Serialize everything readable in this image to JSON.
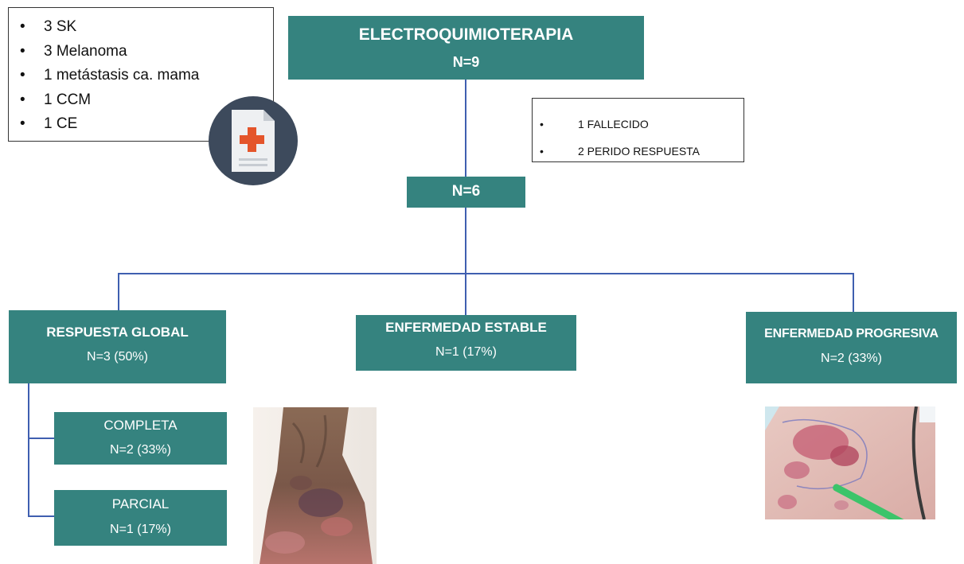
{
  "top_list": {
    "items": [
      "3 SK",
      "3 Melanoma",
      "1 metástasis ca. mama",
      "1 CCM",
      "1 CE"
    ]
  },
  "root": {
    "title": "ELECTROQUIMIOTERAPIA",
    "n": "N=9"
  },
  "exclusions": {
    "items": [
      "1 FALLECIDO",
      "2 PERIDO RESPUESTA"
    ]
  },
  "middle": {
    "n": "N=6"
  },
  "branches": {
    "global": {
      "title": "RESPUESTA GLOBAL",
      "n": "N=3 (50%)"
    },
    "stable": {
      "title": "ENFERMEDAD ESTABLE",
      "n": "N=1 (17%)"
    },
    "progressive": {
      "title": "ENFERMEDAD PROGRESIVA",
      "n": "N=2 (33%)"
    }
  },
  "sub_branches": {
    "complete": {
      "title": "COMPLETA",
      "n": "N=2 (33%)"
    },
    "partial": {
      "title": "PARCIAL",
      "n": "N=1 (17%)"
    }
  },
  "colors": {
    "box_fill": "#35837f",
    "connector": "#3f5fb0",
    "icon_circle": "#3d4a5c",
    "cross": "#e4552b"
  },
  "icons": [
    "medical-document-icon"
  ]
}
